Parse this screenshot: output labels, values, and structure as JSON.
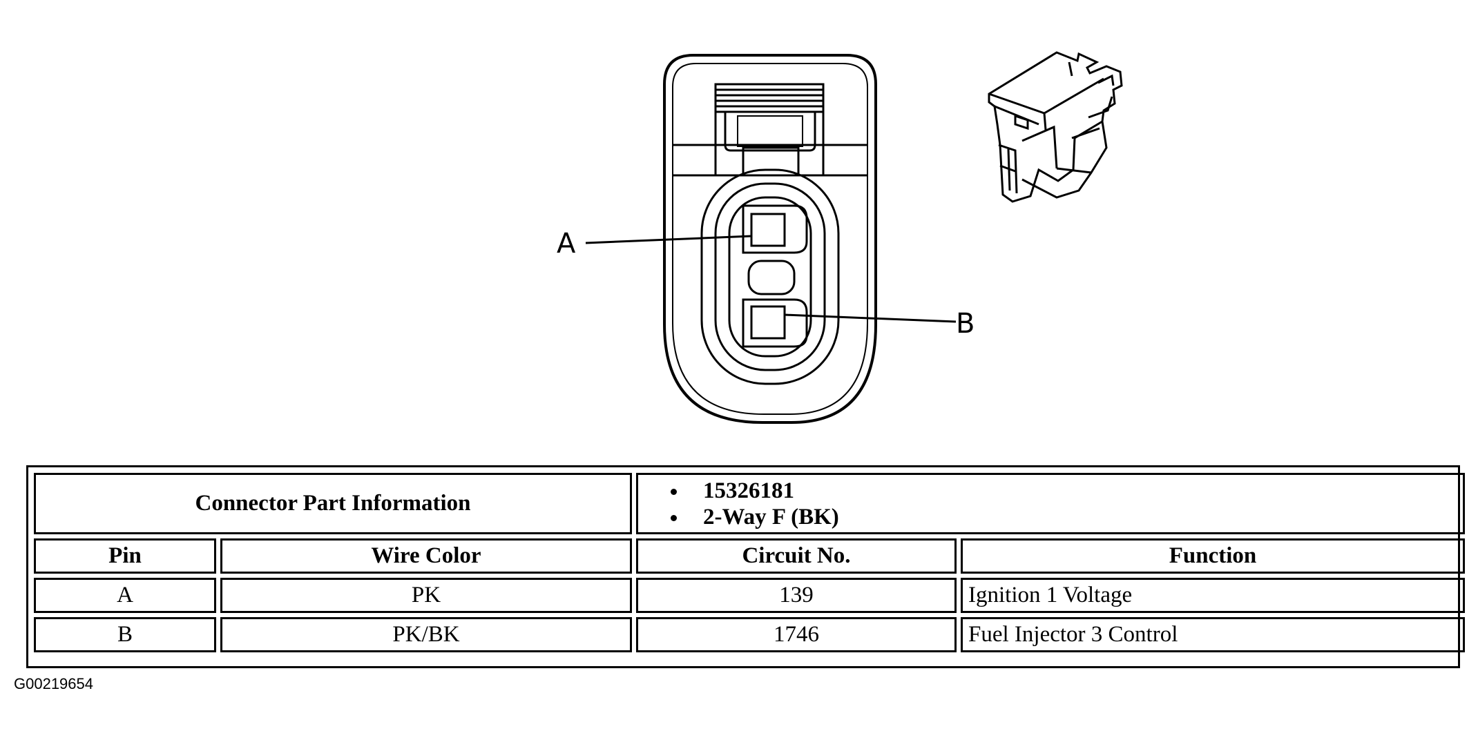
{
  "pins": {
    "a_label": "A",
    "b_label": "B"
  },
  "table": {
    "connector_part_info_label": "Connector Part Information",
    "part_info": [
      "15326181",
      "2-Way F (BK)"
    ],
    "headers": {
      "pin": "Pin",
      "wire_color": "Wire Color",
      "circuit_no": "Circuit No.",
      "function": "Function"
    },
    "rows": [
      {
        "pin": "A",
        "wire_color": "PK",
        "circuit_no": "139",
        "function": "Ignition 1 Voltage"
      },
      {
        "pin": "B",
        "wire_color": "PK/BK",
        "circuit_no": "1746",
        "function": "Fuel Injector 3 Control"
      }
    ]
  },
  "figure_id": "G00219654"
}
